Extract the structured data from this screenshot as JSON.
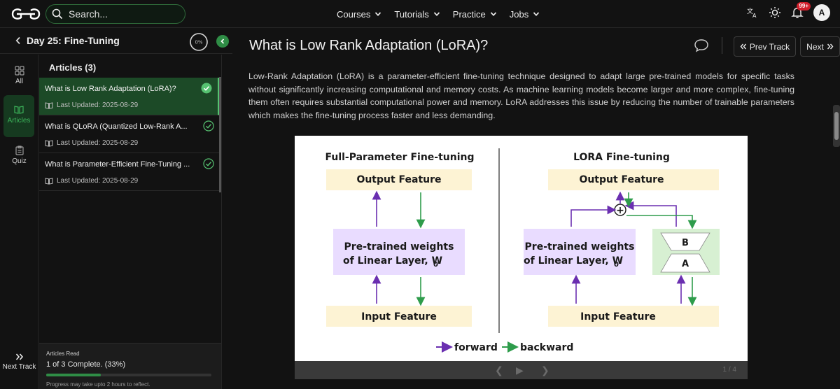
{
  "topbar": {
    "search_placeholder": "Search...",
    "nav": [
      "Courses",
      "Tutorials",
      "Practice",
      "Jobs"
    ],
    "notification_badge": "99+",
    "avatar_initial": "A"
  },
  "sidebar": {
    "day_title": "Day 25: Fine-Tuning",
    "progress_percent": "0%",
    "rail": [
      {
        "label": "All",
        "icon": "grid-icon"
      },
      {
        "label": "Articles",
        "icon": "book-icon"
      },
      {
        "label": "Quiz",
        "icon": "clipboard-icon"
      }
    ],
    "next_track_label": "Next Track",
    "articles_heading": "Articles (3)",
    "articles": [
      {
        "title": "What is Low Rank Adaptation (LoRA)?",
        "date": "Last Updated: 2025-08-29"
      },
      {
        "title": "What is QLoRA (Quantized Low-Rank A...",
        "date": "Last Updated: 2025-08-29"
      },
      {
        "title": "What is Parameter-Efficient Fine-Tuning ...",
        "date": "Last Updated: 2025-08-29"
      }
    ],
    "progress_card": {
      "label": "Articles Read",
      "status": "1 of 3 Complete. (33%)",
      "fraction": 0.33,
      "note": "Progress may take upto 2 hours to reflect."
    }
  },
  "main": {
    "title": "What is Low Rank Adaptation (LoRA)?",
    "prev_label": "Prev Track",
    "next_label": "Next",
    "paragraph": "Low-Rank Adaptation (LoRA) is a parameter-efficient fine-tuning technique designed to adapt large pre-trained models for specific tasks without significantly increasing computational and memory costs. As machine learning models become larger and more complex, fine-tuning them often requires substantial computational power and memory. LoRA addresses this issue by reducing the number of trainable parameters which makes the fine-tuning process faster and less demanding.",
    "figure": {
      "left_title": "Full-Parameter Fine-tuning",
      "right_title": "LORA Fine-tuning",
      "output_feature": "Output Feature",
      "input_feature": "Input Feature",
      "weights_line1": "Pre-trained weights",
      "weights_line2": "of Linear Layer, W",
      "weights_sub": "0",
      "lora_b": "B",
      "lora_a": "A",
      "plus": "+",
      "legend_forward": "forward",
      "legend_backward": "backward",
      "colors": {
        "forward": "#6a2fb0",
        "backward": "#2e9c4b",
        "feature": "#fdf3d4",
        "weights": "#e9dcff",
        "lora": "#d7f0d2"
      }
    },
    "figure_pager": "1 / 4"
  }
}
